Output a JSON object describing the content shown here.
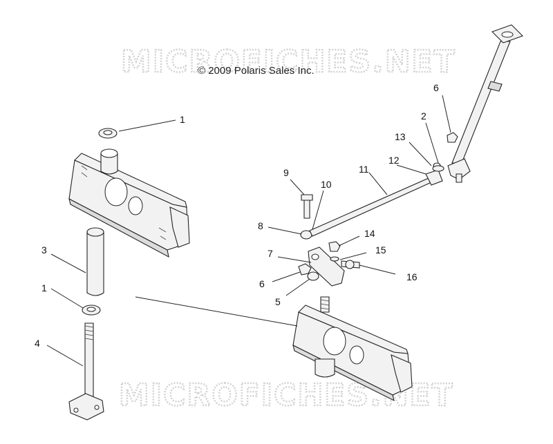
{
  "watermark": {
    "top_text": "MICROFICHES.NET",
    "bottom_text": "MICROFICHES.NET"
  },
  "copyright": "© 2009 Polaris Sales Inc.",
  "callouts": [
    {
      "id": "c1a",
      "label": "1"
    },
    {
      "id": "c1b",
      "label": "1"
    },
    {
      "id": "c2",
      "label": "2"
    },
    {
      "id": "c3",
      "label": "3"
    },
    {
      "id": "c4",
      "label": "4"
    },
    {
      "id": "c5",
      "label": "5"
    },
    {
      "id": "c6a",
      "label": "6"
    },
    {
      "id": "c6b",
      "label": "6"
    },
    {
      "id": "c7",
      "label": "7"
    },
    {
      "id": "c8",
      "label": "8"
    },
    {
      "id": "c9",
      "label": "9"
    },
    {
      "id": "c10",
      "label": "10"
    },
    {
      "id": "c11",
      "label": "11"
    },
    {
      "id": "c12",
      "label": "12"
    },
    {
      "id": "c13",
      "label": "13"
    },
    {
      "id": "c14",
      "label": "14"
    },
    {
      "id": "c15",
      "label": "15"
    },
    {
      "id": "c16",
      "label": "16"
    }
  ]
}
